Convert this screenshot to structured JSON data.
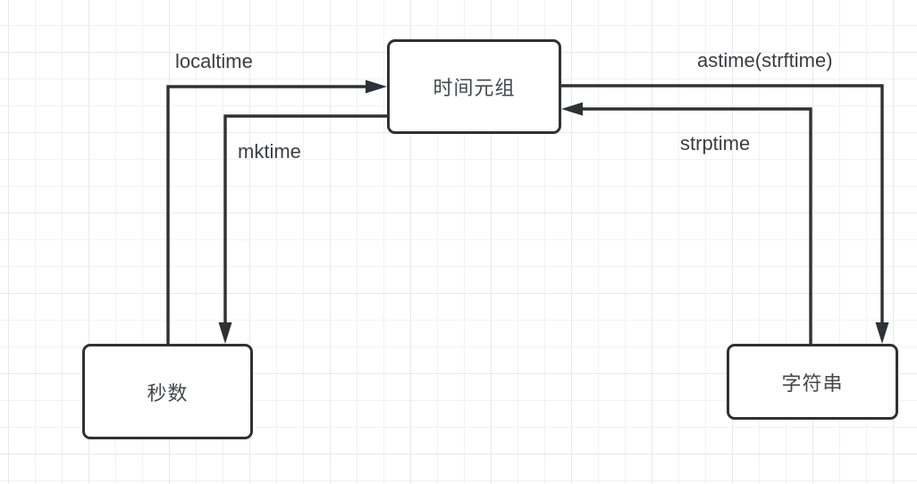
{
  "diagram": {
    "title": "time conversions diagram",
    "nodes": {
      "time_tuple": {
        "label": "时间元组"
      },
      "seconds": {
        "label": "秒数"
      },
      "string": {
        "label": "字符串"
      }
    },
    "edges": {
      "localtime": {
        "label": "localtime",
        "from": "秒数",
        "to": "时间元组"
      },
      "mktime": {
        "label": "mktime",
        "from": "时间元组",
        "to": "秒数"
      },
      "astime": {
        "label": "astime(strftime)",
        "from": "时间元组",
        "to": "字符串"
      },
      "strptime": {
        "label": "strptime",
        "from": "字符串",
        "to": "时间元组"
      }
    },
    "colors": {
      "stroke": "#2f3136",
      "node_border": "#2f3136",
      "node_fill": "#ffffff",
      "text": "#3b3d41",
      "grid_minor": "#f2f2f5",
      "grid_major": "#e9e9ed",
      "background": "#ffffff"
    }
  }
}
